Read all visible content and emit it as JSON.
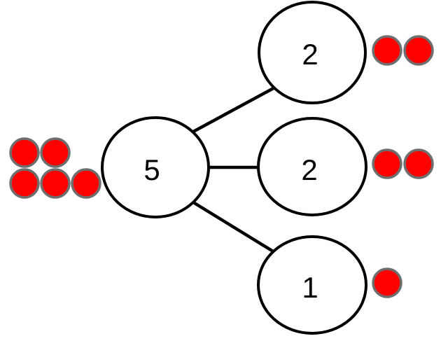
{
  "diagram": {
    "type": "number-bond",
    "background_color": "#ffffff",
    "line_color": "#000000",
    "node_fill_color": "#ffffff",
    "counter": {
      "fill": "#fe0000",
      "border": "#6e6e6e"
    },
    "whole": {
      "label": "5",
      "counters": 5
    },
    "parts": [
      {
        "label": "2",
        "counters": 2
      },
      {
        "label": "2",
        "counters": 2
      },
      {
        "label": "1",
        "counters": 1
      }
    ]
  }
}
